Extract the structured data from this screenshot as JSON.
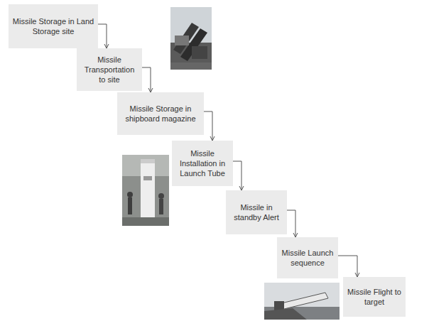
{
  "diagram": {
    "nodes": [
      {
        "text": [
          "Missile Storage in Land Storage site"
        ]
      },
      {
        "text": [
          "Missile Transportation to site"
        ]
      },
      {
        "text": [
          "Missile Storage in shipboard magazine"
        ]
      },
      {
        "text": [
          "Missile Installation in Launch Tube"
        ]
      },
      {
        "text": [
          "Missile in standby Alert"
        ]
      },
      {
        "text": [
          "Missile Launch sequence"
        ]
      },
      {
        "text": [
          "Missile Flight to target"
        ]
      }
    ],
    "edges": [
      {
        "from": 0,
        "to": 1,
        "arrow": "to"
      },
      {
        "from": 1,
        "to": 2,
        "arrow": "to"
      },
      {
        "from": 2,
        "to": 3,
        "arrow": "to"
      },
      {
        "from": 3,
        "to": 4,
        "arrow": "to"
      },
      {
        "from": 4,
        "to": 5,
        "arrow": "to"
      },
      {
        "from": 5,
        "to": 6,
        "arrow": "to"
      }
    ]
  }
}
